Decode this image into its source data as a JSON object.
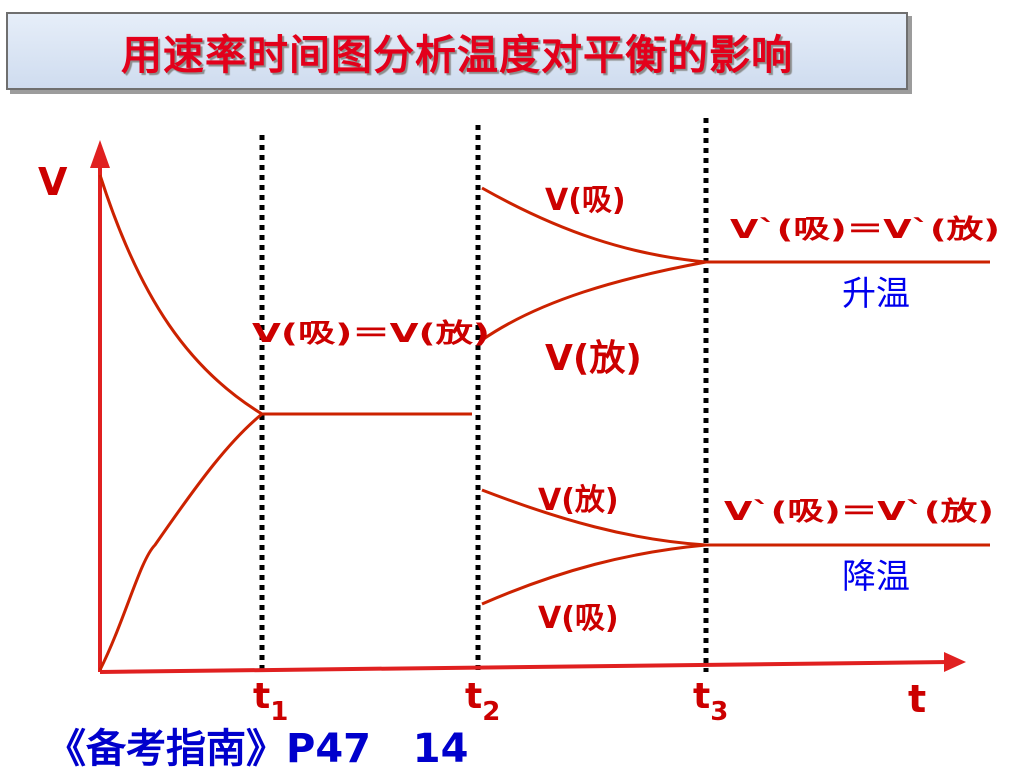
{
  "title": "用速率时间图分析温度对平衡的影响",
  "diagram": {
    "y_axis_label": "V",
    "x_axis_label": "t",
    "time_marks": [
      {
        "name": "t",
        "sub": "1"
      },
      {
        "name": "t",
        "sub": "2"
      },
      {
        "name": "t",
        "sub": "3"
      }
    ],
    "labels": {
      "eq1": "V(吸)＝V(放)",
      "heat_upper": "V(吸)",
      "heat_lower": "V(放)",
      "heat_eq": "V`(吸)＝V`(放)",
      "heat_case": "升温",
      "cool_upper": "V(放)",
      "cool_lower": "V(吸)",
      "cool_eq": "V`(吸)＝V`(放)",
      "cool_case": "降温"
    }
  },
  "footer": "《备考指南》P47   14",
  "colors": {
    "title": "#e3001b",
    "curve": "#cc2200",
    "axis": "#e02020",
    "label_red": "#cc0000",
    "label_blue": "#0000ee",
    "guide": "#000000"
  }
}
